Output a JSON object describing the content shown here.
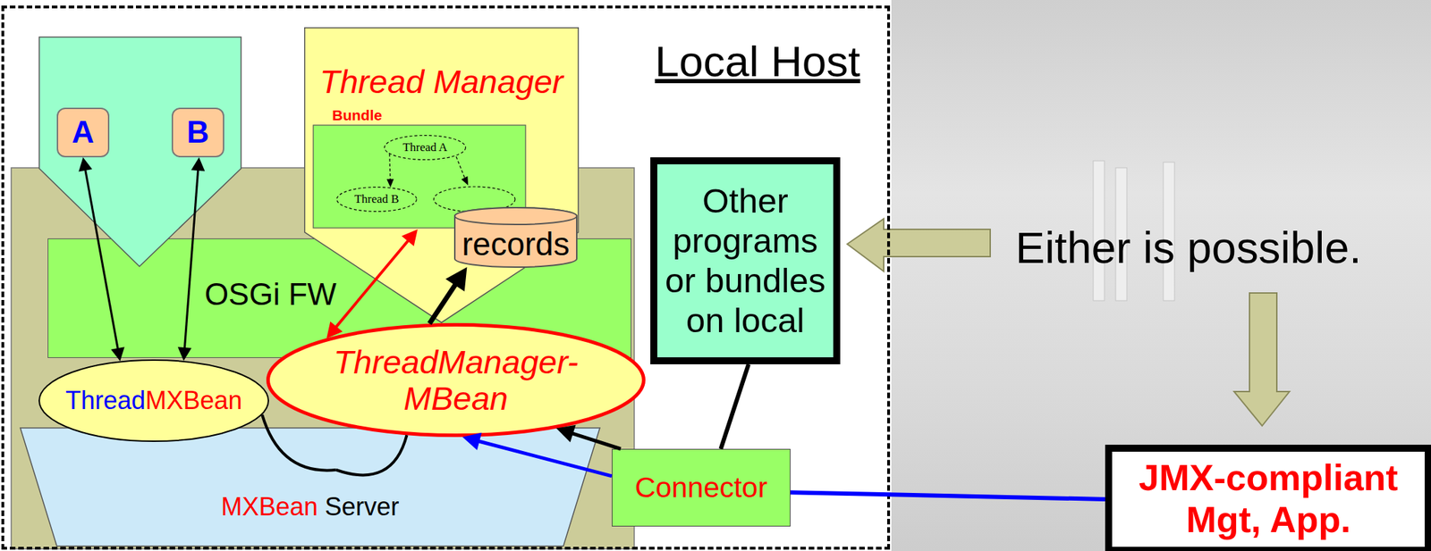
{
  "diagram": {
    "nodes": [
      {
        "text": [
          "Local Host"
        ]
      },
      {
        "text": [
          "OSGi FW"
        ],
        "in": 0
      },
      {
        "text": [
          "A"
        ],
        "in": 0
      },
      {
        "text": [
          "B"
        ],
        "in": 0
      },
      {
        "text": [
          "Thread Manager",
          "Bundle"
        ],
        "in": 0
      },
      {
        "text": [
          "Thread A"
        ],
        "in": 4
      },
      {
        "text": [
          "Thread B"
        ],
        "in": 4
      },
      {
        "text": [
          "records"
        ],
        "in": 4
      },
      {
        "text": [
          "MXBean",
          "Server"
        ],
        "in": 0
      },
      {
        "text": [
          "Thread",
          "MXBean"
        ],
        "in": 0
      },
      {
        "text": [
          "ThreadManager- MBean"
        ],
        "in": 0
      },
      {
        "text": [
          "Other programs or bundles on local"
        ],
        "in": 0
      },
      {
        "text": [
          "Connector"
        ],
        "in": 0
      },
      {
        "text": [
          "JMX-compliant Mgt, App."
        ]
      }
    ],
    "edges": [
      {
        "from": 2,
        "to": 9,
        "arrow": "both"
      },
      {
        "from": 3,
        "to": 9,
        "arrow": "both"
      },
      {
        "from": 5,
        "to": 6,
        "arrow": "to"
      },
      {
        "from": 10,
        "to": 4,
        "arrow": "both"
      },
      {
        "from": 10,
        "to": 7,
        "arrow": "to"
      },
      {
        "from": 9,
        "to": 8,
        "arrow": "none"
      },
      {
        "from": 10,
        "to": 8,
        "arrow": "none"
      },
      {
        "from": 12,
        "to": 10,
        "arrow": "to"
      },
      {
        "from": 12,
        "to": 10,
        "arrow": "to"
      },
      {
        "from": 11,
        "to": 12,
        "arrow": "none"
      },
      {
        "from": 12,
        "to": 13,
        "arrow": "none"
      }
    ],
    "labels": [
      "Either is possible."
    ]
  }
}
